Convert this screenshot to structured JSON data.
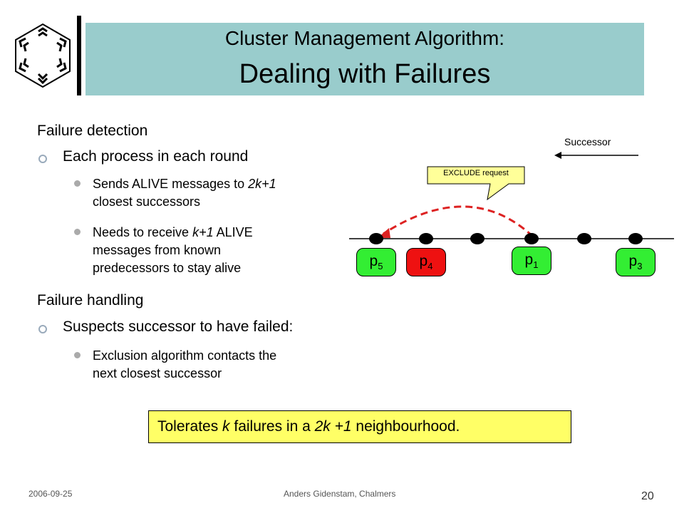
{
  "title": {
    "line1": "Cluster Management Algorithm:",
    "line2": "Dealing with Failures"
  },
  "logo": {
    "icon": "chalmers-hexagon-logo"
  },
  "bullets": {
    "detection_heading": "Failure detection",
    "detection_item": "Each process in each round",
    "alive_line1_prefix": "Sends ALIVE messages to ",
    "alive_line1_em": "2k+1",
    "alive_line2": "closest successors",
    "receive_line1_prefix": "Needs to receive ",
    "receive_line1_em": "k+1",
    "receive_line1_suffix": " ALIVE",
    "receive_line2": "messages from known",
    "receive_line3": "predecessors to stay alive",
    "handling_heading": "Failure handling",
    "handling_item": "Suspects successor to have failed:",
    "exclusion_line1": "Exclusion algorithm contacts the",
    "exclusion_line2": "next closest successor"
  },
  "diagram": {
    "successor_label": "Successor",
    "callout_label": "EXCLUDE request",
    "processes": [
      {
        "label": "p",
        "sub": "5",
        "color": "#33ee33"
      },
      {
        "label": "p",
        "sub": "4",
        "color": "#ee1111"
      },
      {
        "label": "p",
        "sub": "1",
        "color": "#33ee33"
      },
      {
        "label": "p",
        "sub": "3",
        "color": "#33ee33"
      }
    ]
  },
  "tolerance": {
    "prefix": "Tolerates ",
    "em1": "k",
    "middle": " failures in a ",
    "em2": "2k +1",
    "suffix": " neighbourhood."
  },
  "footer": {
    "date": "2006-09-25",
    "author": "Anders Gidenstam, Chalmers",
    "page": "20"
  },
  "colors": {
    "title_bg": "#99cccc",
    "highlight_box": "#ffff66",
    "callout": "#ffff99",
    "arrow": "#dd2222"
  }
}
